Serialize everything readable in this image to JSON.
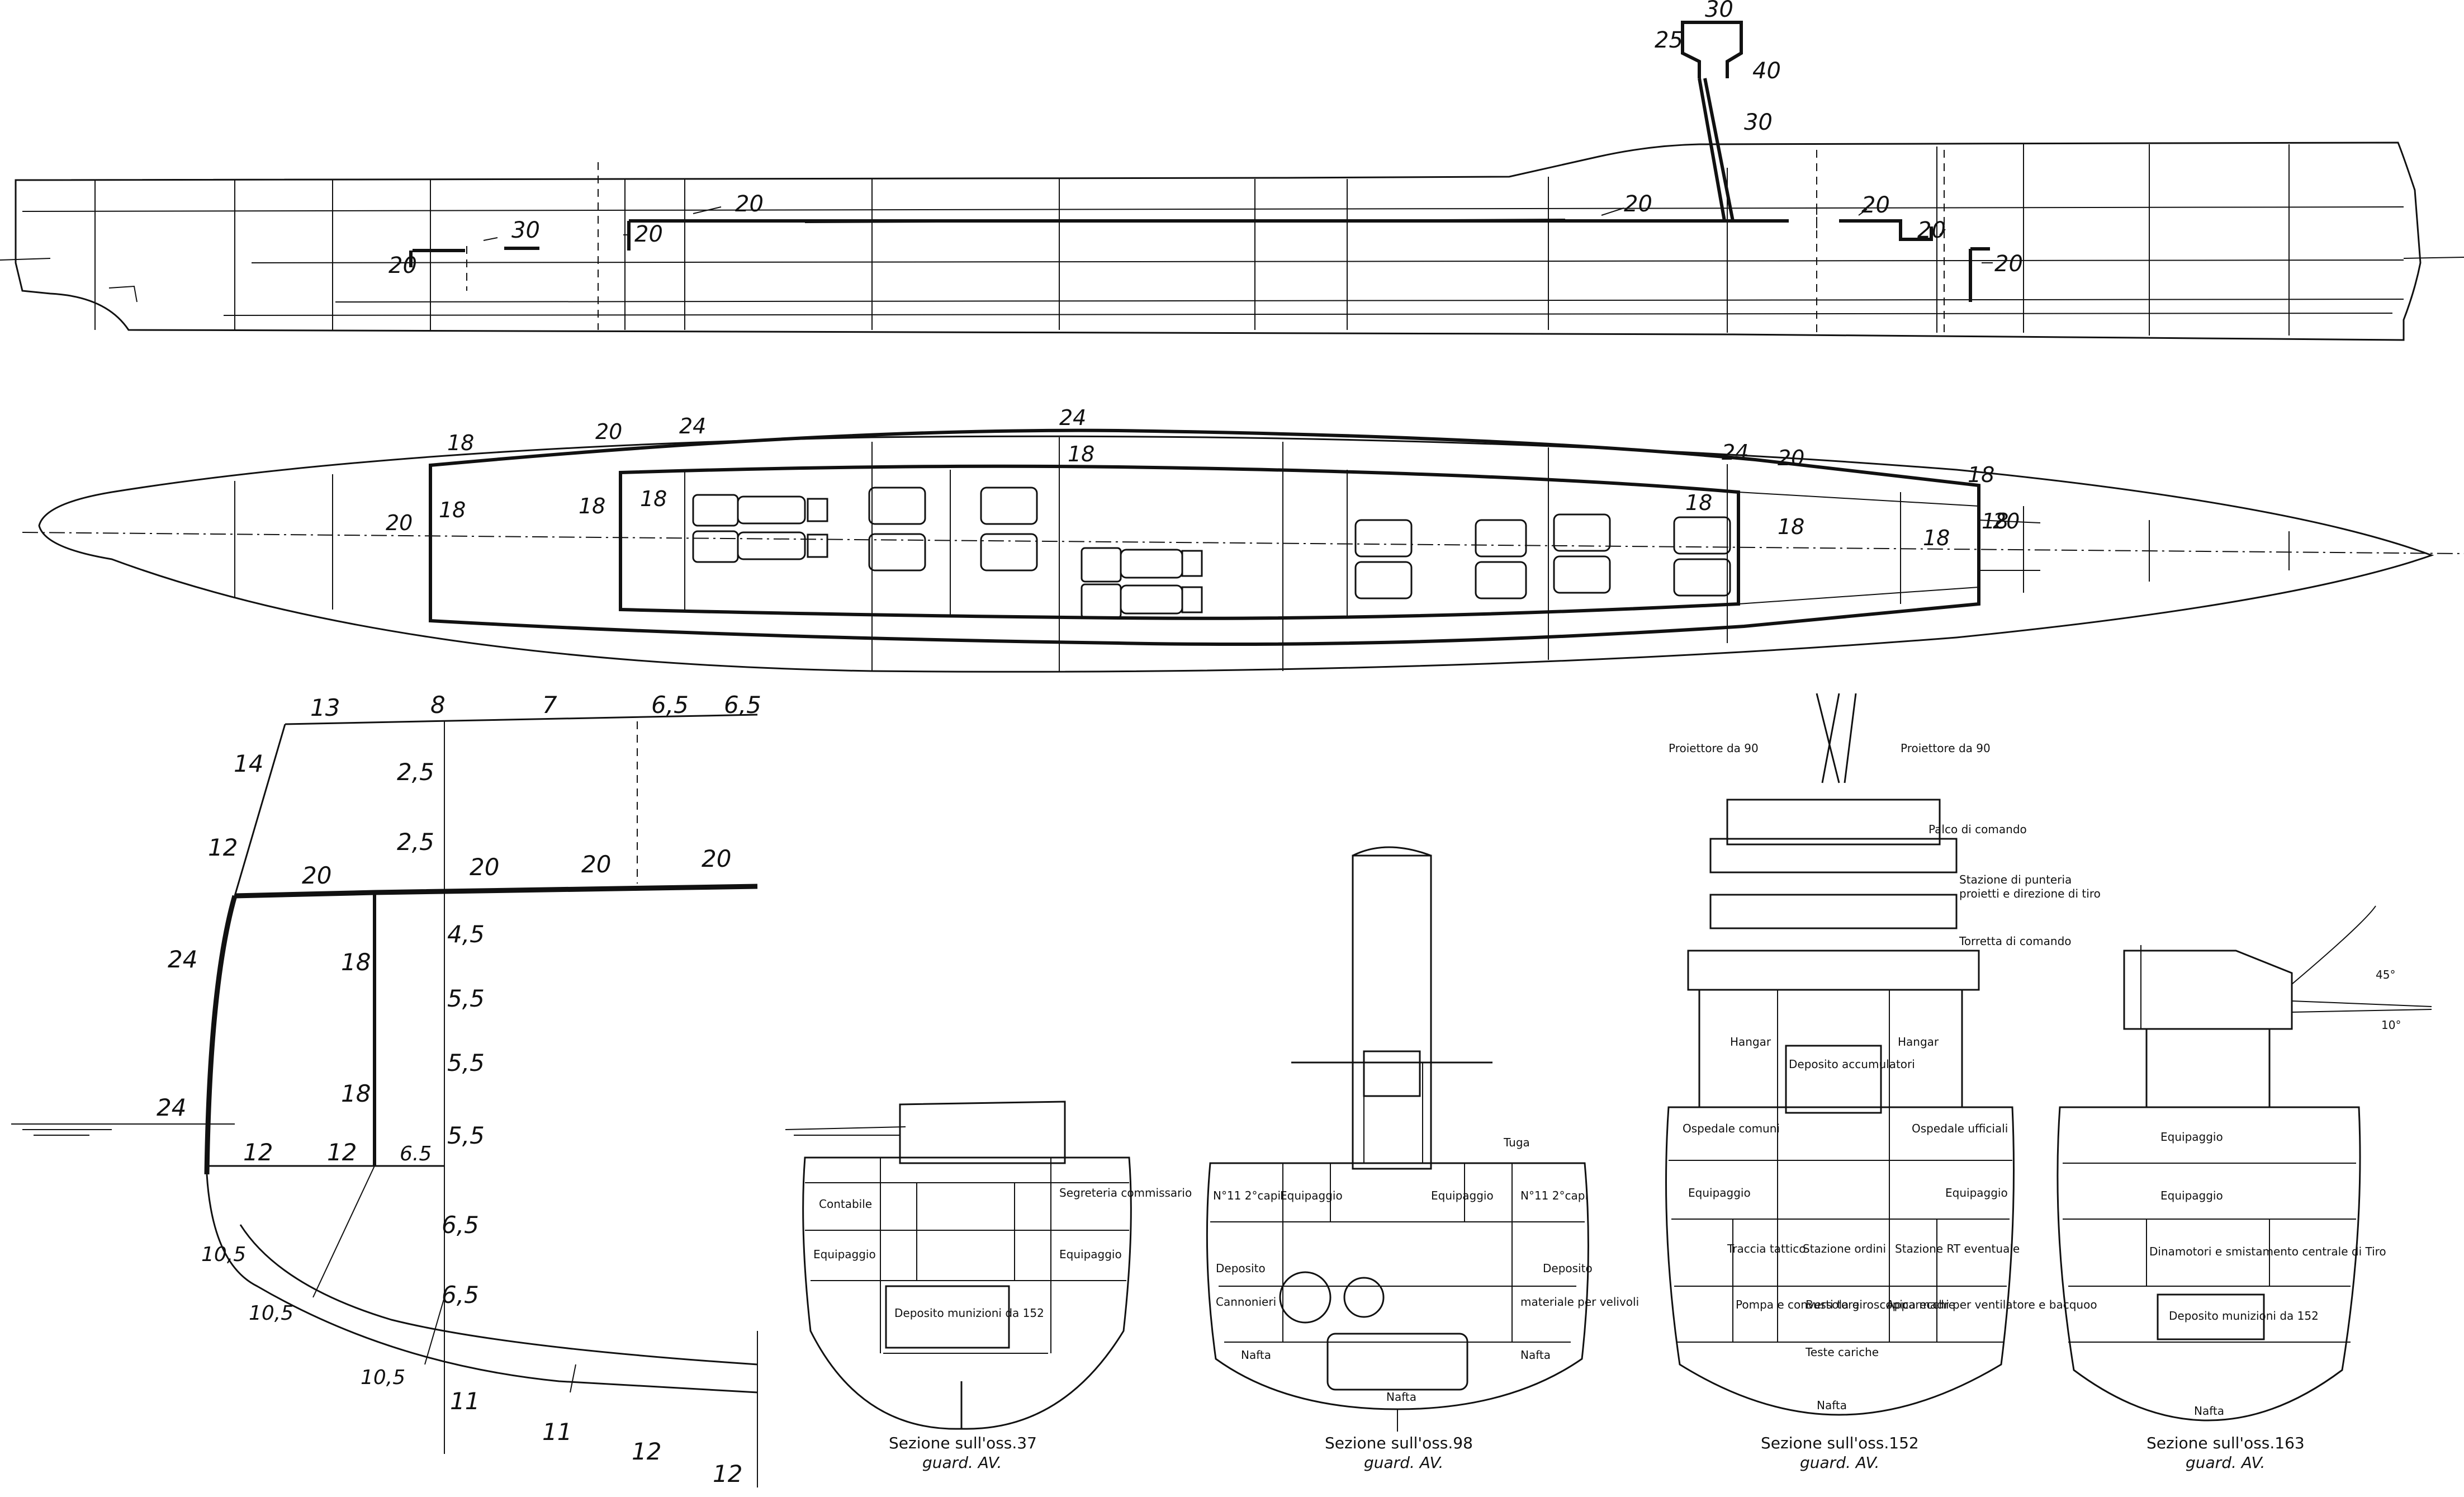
{
  "profile": {
    "labels": [
      "20",
      "30",
      "20",
      "20",
      "20",
      "20",
      "20",
      "20",
      "30",
      "25",
      "40",
      "30"
    ]
  },
  "plan": {
    "labels": [
      "18",
      "20",
      "24",
      "24",
      "18",
      "18",
      "20",
      "18",
      "18",
      "18",
      "24",
      "20",
      "18",
      "18",
      "18",
      "18",
      "20"
    ]
  },
  "midship_section": {
    "top_labels": [
      "13",
      "8",
      "7",
      "6,5",
      "6,5"
    ],
    "side_labels": [
      "14",
      "12",
      "24",
      "24"
    ],
    "deck_labels": [
      "20",
      "20",
      "20",
      "20"
    ],
    "inner_labels": [
      "2,5",
      "2,5",
      "4,5",
      "5,5",
      "5,5",
      "5,5",
      "6,5",
      "6,5"
    ],
    "bulkhead_labels": [
      "18",
      "18"
    ],
    "bottom_deck_labels": [
      "12",
      "12",
      "6.5"
    ],
    "bottom_labels": [
      "10,5",
      "10,5",
      "10,5",
      "11",
      "11",
      "12",
      "12"
    ]
  },
  "section_37": {
    "rooms": [
      "Contabile",
      "Segreteria commissario",
      "Equipaggio",
      "Equipaggio",
      "Deposito munizioni da 152"
    ],
    "caption_line1": "Sezione sull'oss.37",
    "caption_line2": "guard. AV."
  },
  "section_98": {
    "rooms": [
      "Equipaggio",
      "Equipaggio",
      "N°11 2°capi",
      "N°11 2°capi",
      "Deposito",
      "Deposito",
      "Cannonieri",
      "materiale per velivoli",
      "Nafta",
      "Nafta",
      "Nafta",
      "Tuga"
    ],
    "caption_line1": "Sezione sull'oss.98",
    "caption_line2": "guard. AV."
  },
  "section_152": {
    "annotations": [
      "Proiettore da 90",
      "Proiettore da 90",
      "Palco di comando",
      "Stazione di punteria",
      "proietti e direzione di tiro",
      "Torretta di comando"
    ],
    "rooms": [
      "Hangar",
      "Hangar",
      "Deposito accumulatori",
      "Ospedale comuni",
      "Ospedale ufficiali",
      "Equipaggio",
      "Equipaggio",
      "Traccia tattico",
      "Stazione ordini",
      "Stazione RT eventuale",
      "Pompa e converti tore",
      "Bussola giroscopica madre",
      "Apparecchi per ventilatore e bacquoo",
      "Teste cariche",
      "Nafta"
    ],
    "caption_line1": "Sezione sull'oss.152",
    "caption_line2": "guard. AV."
  },
  "section_163": {
    "angles": [
      "45°",
      "10°"
    ],
    "rooms": [
      "Equipaggio",
      "Equipaggio",
      "Dinamotori e smistamento centrale di Tiro",
      "Deposito munizioni da 152",
      "Nafta"
    ],
    "caption_line1": "Sezione sull'oss.163",
    "caption_line2": "guard. AV."
  }
}
